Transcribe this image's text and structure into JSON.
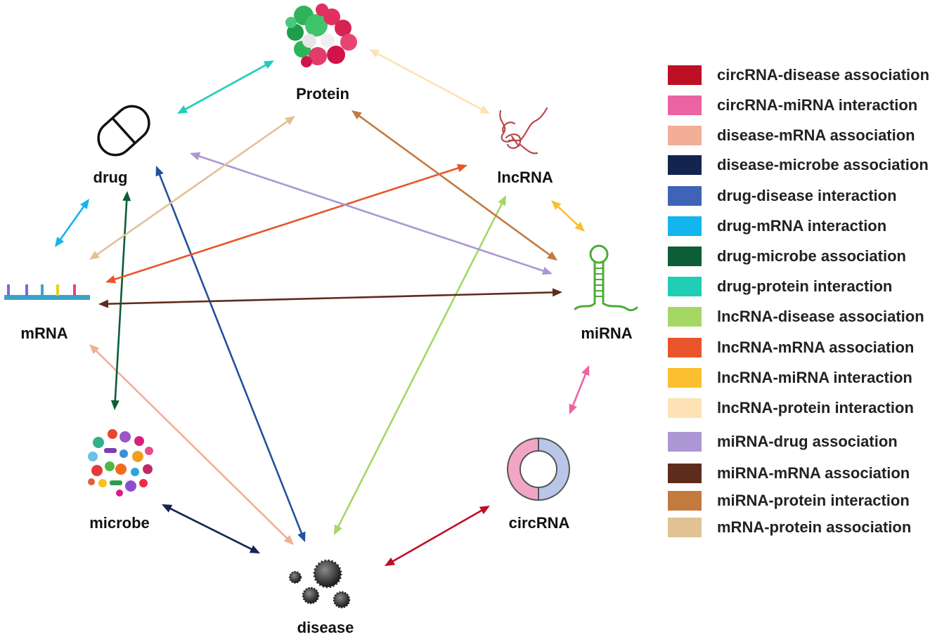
{
  "nodes": {
    "protein": "Protein",
    "drug": "drug",
    "lncrna": "lncRNA",
    "mrna": "mRNA",
    "mirna": "miRNA",
    "microbe": "microbe",
    "circrna": "circRNA",
    "disease": "disease"
  },
  "legend": [
    {
      "label": "circRNA-disease association",
      "color": "#BE0F24"
    },
    {
      "label": "circRNA-miRNA interaction",
      "color": "#EC63A2"
    },
    {
      "label": "disease-mRNA association",
      "color": "#F2AE96"
    },
    {
      "label": "disease-microbe association",
      "color": "#13244E"
    },
    {
      "label": "drug-disease interaction",
      "color": "#3F63B7"
    },
    {
      "label": "drug-mRNA interaction",
      "color": "#12B5EE"
    },
    {
      "label": "drug-microbe association",
      "color": "#0B5E36"
    },
    {
      "label": "drug-protein interaction",
      "color": "#1FCEB5"
    },
    {
      "label": "lncRNA-disease association",
      "color": "#A5D765"
    },
    {
      "label": "lncRNA-mRNA association",
      "color": "#E9552A"
    },
    {
      "label": "lncRNA-miRNA interaction",
      "color": "#FBBF30"
    },
    {
      "label": "lncRNA-protein interaction",
      "color": "#FDE2B5"
    },
    {
      "label": "miRNA-drug association",
      "color": "#AC96D4"
    },
    {
      "label": "miRNA-mRNA association",
      "color": "#5E2C1C"
    },
    {
      "label": "miRNA-protein interaction",
      "color": "#C27A3F"
    },
    {
      "label": "mRNA-protein association",
      "color": "#E2C194"
    }
  ],
  "edges": [
    {
      "from": "circrna",
      "to": "disease",
      "color": "#BE0F24"
    },
    {
      "from": "circrna",
      "to": "mirna",
      "color": "#EC63A2"
    },
    {
      "from": "disease",
      "to": "mrna",
      "color": "#F2AE96"
    },
    {
      "from": "disease",
      "to": "microbe",
      "color": "#13244E"
    },
    {
      "from": "drug",
      "to": "disease",
      "color": "#2350A0"
    },
    {
      "from": "drug",
      "to": "mrna",
      "color": "#12B5EE"
    },
    {
      "from": "drug",
      "to": "microbe",
      "color": "#0B5E36"
    },
    {
      "from": "drug",
      "to": "protein",
      "color": "#1FCEB5"
    },
    {
      "from": "lncrna",
      "to": "disease",
      "color": "#A5D765"
    },
    {
      "from": "lncrna",
      "to": "mrna",
      "color": "#E9552A"
    },
    {
      "from": "lncrna",
      "to": "mirna",
      "color": "#FBBF30"
    },
    {
      "from": "lncrna",
      "to": "protein",
      "color": "#FDE2B5"
    },
    {
      "from": "mirna",
      "to": "drug",
      "color": "#AC96D4"
    },
    {
      "from": "mirna",
      "to": "mrna",
      "color": "#5E2C1C"
    },
    {
      "from": "mirna",
      "to": "protein",
      "color": "#C27A3F"
    },
    {
      "from": "mrna",
      "to": "protein",
      "color": "#E2C194"
    }
  ]
}
